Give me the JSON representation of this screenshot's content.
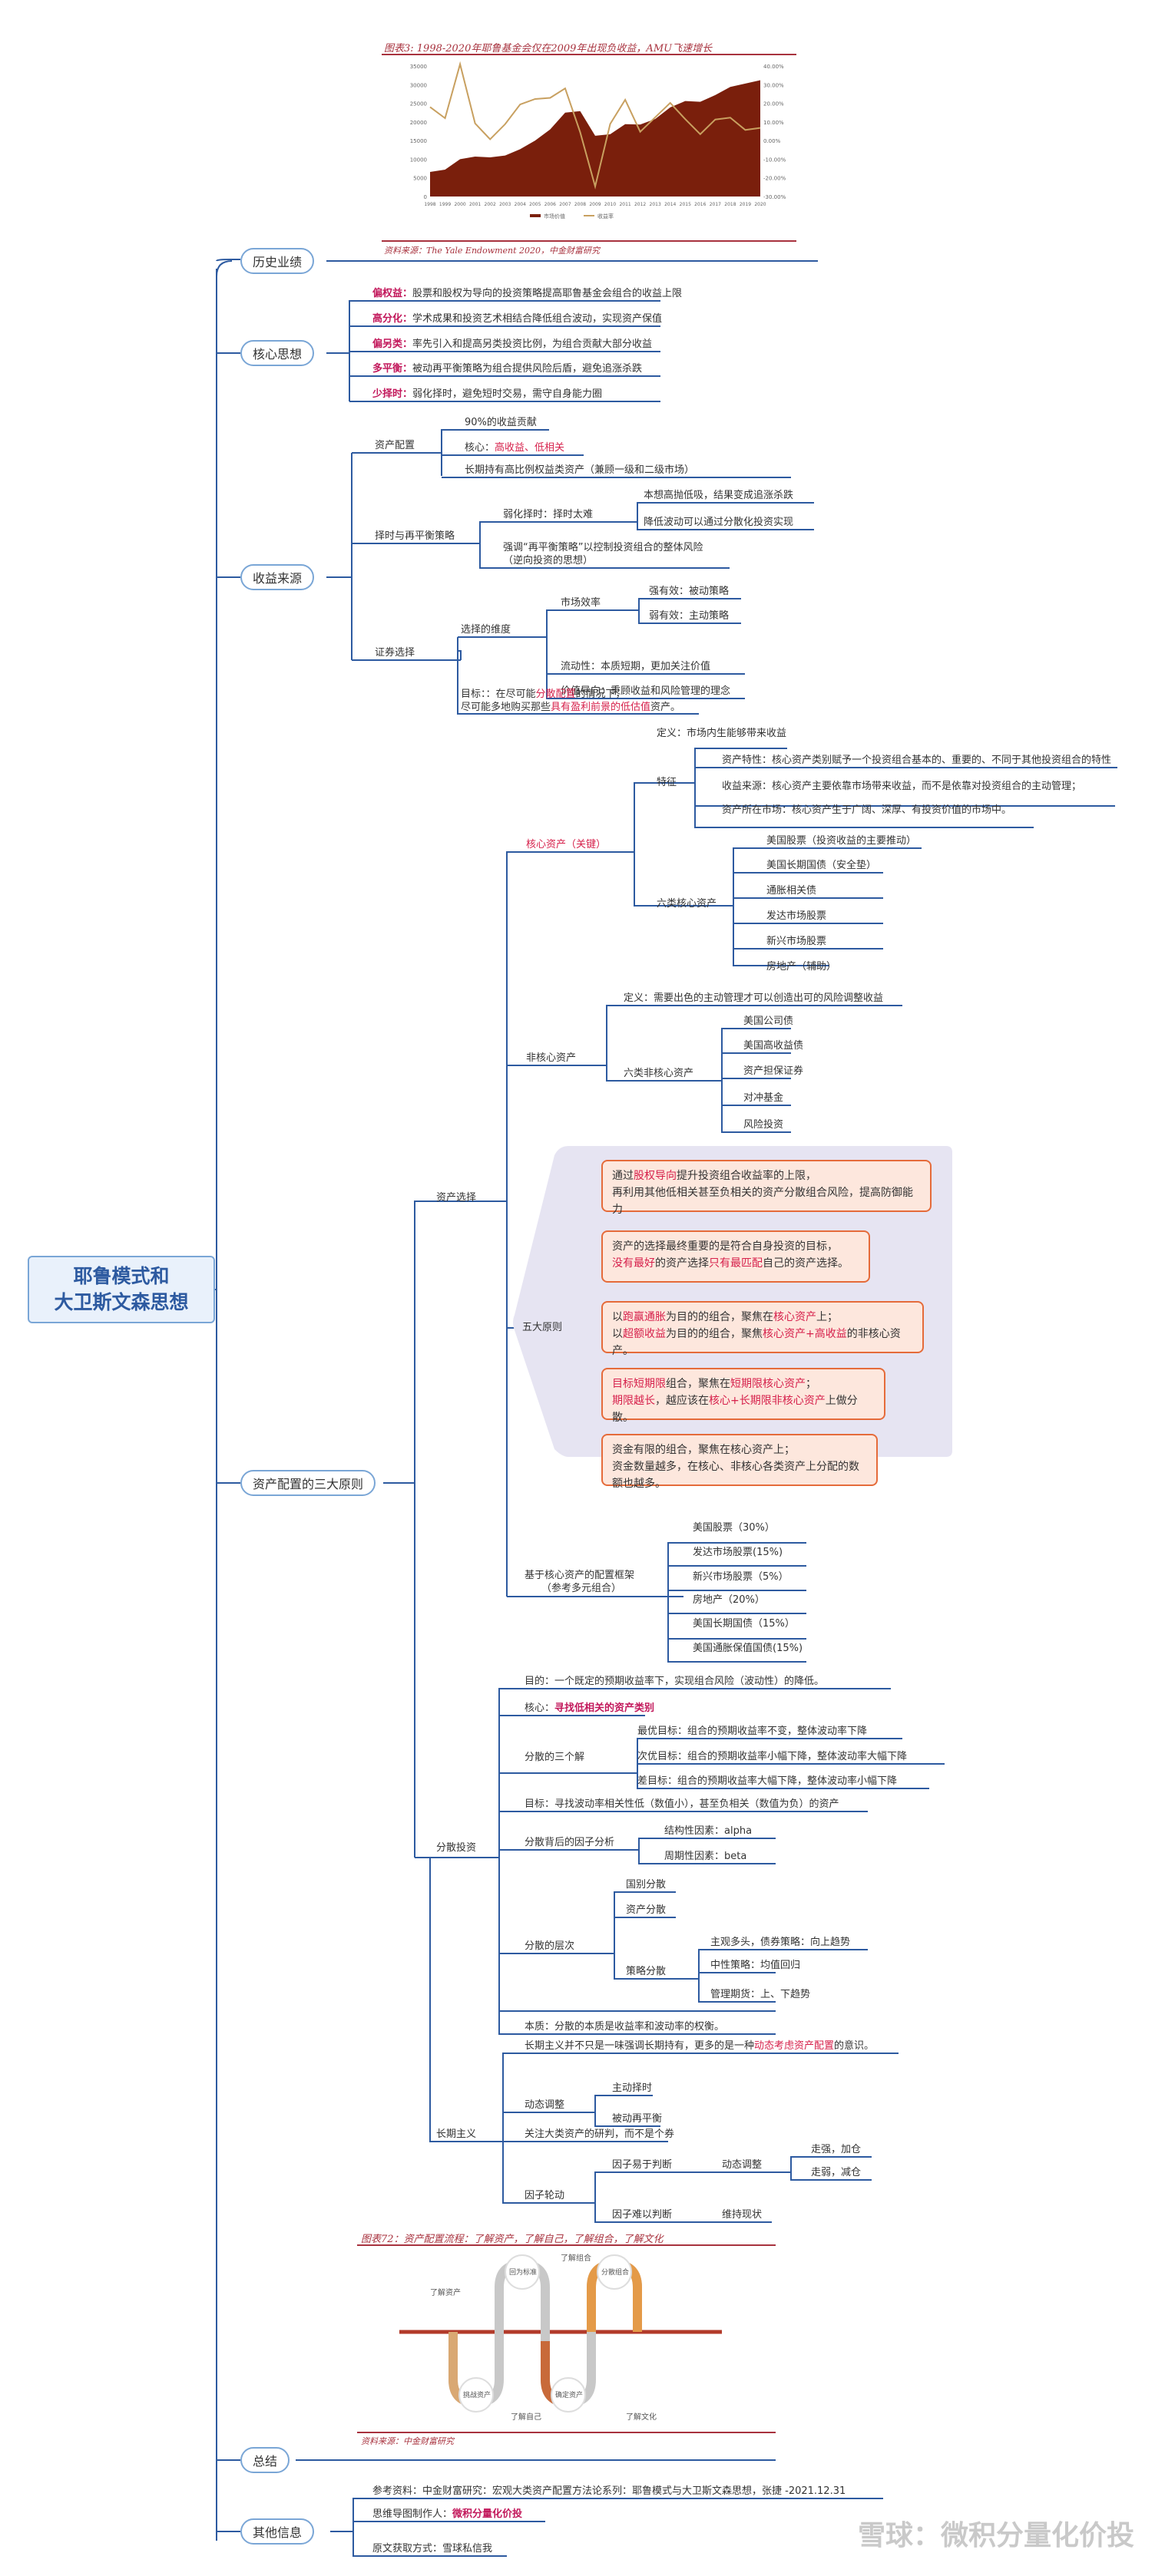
{
  "root": {
    "line1": "耶鲁模式和",
    "line2": "大卫斯文森思想"
  },
  "top_figure": {
    "caption": "图表3: 1998-2020年耶鲁基金会仅在2009年出现负收益，AMU飞速增长",
    "source": "资料来源：The Yale Endowment 2020，中金财富研究",
    "y_left_ticks": [
      "0",
      "5000",
      "10000",
      "15000",
      "20000",
      "25000",
      "30000",
      "35000"
    ],
    "y_right_ticks": [
      "-30.00%",
      "-20.00%",
      "-10.00%",
      "0.00%",
      "10.00%",
      "20.00%",
      "30.00%",
      "40.00%"
    ],
    "x_ticks": [
      "1998",
      "1999",
      "2000",
      "2001",
      "2002",
      "2003",
      "2004",
      "2005",
      "2006",
      "2007",
      "2008",
      "2009",
      "2010",
      "2011",
      "2012",
      "2013",
      "2014",
      "2015",
      "2016",
      "2017",
      "2018",
      "2019",
      "2020"
    ],
    "legend": [
      "市场价值",
      "收益率"
    ],
    "colors": {
      "area": "#7a1f0c",
      "line": "#c8a060"
    }
  },
  "chart_data": {
    "type": "area",
    "x": [
      "1998",
      "1999",
      "2000",
      "2001",
      "2002",
      "2003",
      "2004",
      "2005",
      "2006",
      "2007",
      "2008",
      "2009",
      "2010",
      "2011",
      "2012",
      "2013",
      "2014",
      "2015",
      "2016",
      "2017",
      "2018",
      "2019",
      "2020"
    ],
    "ylim": [
      0,
      35000
    ],
    "y2lim": [
      -30,
      40
    ],
    "series": [
      {
        "name": "市场价值",
        "axis": "left",
        "values": [
          6600,
          7200,
          10000,
          10700,
          10500,
          11000,
          12700,
          15000,
          18000,
          22500,
          22900,
          16300,
          16700,
          19400,
          19300,
          20800,
          23900,
          25600,
          25400,
          27200,
          29400,
          30300,
          31200
        ]
      },
      {
        "name": "收益率",
        "axis": "right",
        "values": [
          18.0,
          12.0,
          41.0,
          9.2,
          0.7,
          8.8,
          19.4,
          22.3,
          22.9,
          28.0,
          4.5,
          -24.6,
          8.9,
          21.9,
          4.7,
          12.5,
          20.2,
          11.5,
          3.4,
          11.3,
          12.3,
          5.7,
          6.8
        ]
      }
    ]
  },
  "level1": {
    "history": "历史业绩",
    "core": "核心思想",
    "source": "收益来源",
    "principles": "资产配置的三大原则",
    "summary": "总结",
    "other": "其他信息"
  },
  "core_items": [
    {
      "key": "偏权益：",
      "text": "股票和股权为导向的投资策略提高耶鲁基金会组合的收益上限"
    },
    {
      "key": "高分化：",
      "text": "学术成果和投资艺术相结合降低组合波动，实现资产保值"
    },
    {
      "key": "偏另类：",
      "text": "率先引入和提高另类投资比例，为组合贡献大部分收益"
    },
    {
      "key": "多平衡：",
      "text": "被动再平衡策略为组合提供风险后盾，避免追涨杀跌"
    },
    {
      "key": "少择时：",
      "text": "弱化择时，避免短时交易，需守自身能力圈"
    }
  ],
  "source_tree": {
    "alloc": "资产配置",
    "alloc_items": [
      "90%的收益贡献",
      "核心：",
      "高收益、低相关",
      "长期持有高比例权益类资产（兼顾一级和二级市场）"
    ],
    "timing": "择时与再平衡策略",
    "weak_timing": "弱化择时：择时太难",
    "weak_items": [
      "本想高抛低吸，结果变成追涨杀跌",
      "降低波动可以通过分散化投资实现"
    ],
    "rebalance": "强调“再平衡策略”以控制投资组合的整体风险",
    "rebalance2": "（逆向投资的思想）",
    "select": "证券选择",
    "dims": "选择的维度",
    "mkt_eff": "市场效率",
    "mkt_items": [
      "强有效：被动策略",
      "弱有效：主动策略"
    ],
    "liquidity": "流动性：本质短期，更加关注价值",
    "value": "价值导向：秉顾收益和风险管理的理念",
    "goal1": "目标：：在尽可能",
    "goal1_red": "分散配置",
    "goal1b": "的情况下，",
    "goal2": "尽可能多地购买那些",
    "goal2_red": "具有盈利前景的低估值",
    "goal2b": "资产。"
  },
  "principles_tree": {
    "asset_select": "资产选择",
    "core_asset": "核心资产（关键）",
    "feature": "特征",
    "def1": "定义：市场内生能够带来收益",
    "feat_items": [
      "资产特性：核心资产类别赋予一个投资组合基本的、重要的、不同于其他投资组合的特性",
      "收益来源：核心资产主要依靠市场带来收益，而不是依靠对投资组合的主动管理；",
      "资产所在市场：核心资产生于广阔、深厚、有投资价值的市场中。"
    ],
    "six_core": "六类核心资产",
    "six_core_items": [
      "美国股票（投资收益的主要推动）",
      "美国长期国债（安全垫）",
      "通胀相关债",
      "发达市场股票",
      "新兴市场股票",
      "房地产（辅助）"
    ],
    "noncore": "非核心资产",
    "noncore_def": "定义：需要出色的主动管理才可以创造出可的风险调整收益",
    "six_noncore": "六类非核心资产",
    "six_noncore_items": [
      "美国公司债",
      "美国高收益债",
      "资产担保证券",
      "对冲基金",
      "风险投资"
    ],
    "five": "五大原则",
    "boxes": [
      {
        "a": "通过",
        "r1": "股权导向",
        "b": "提升投资组合收益率的上限，",
        "c": "再利用其他低相关甚至负相关的资产分散组合风险，提高防御能力"
      },
      {
        "a": "资产的选择最终重要的是符合自身投资的目标，",
        "r1": "没有最好",
        "b": "的资产选择",
        "r2": "只有最匹配",
        "c": "自己的资产选择。"
      },
      {
        "a": "以",
        "r1": "跑赢通胀",
        "b": "为目的的组合，聚焦在",
        "r2": "核心资产",
        "c": "上；",
        "d": "以",
        "r3": "超额收益",
        "e": "为目的的组合，聚焦",
        "r4": "核心资产+高收益",
        "f": "的非核心资产。"
      },
      {
        "a": "目标短期限",
        "b": "组合，聚焦在",
        "r1": "短期限核心资产",
        "c": "；",
        "d": "期限越长",
        "e": "，越应该在",
        "r2": "核心+长期限非核心资产",
        "f": "上做分散。"
      },
      {
        "a": "资金有限的组合，聚焦在核心资产上；",
        "b": "资金数量越多，在核心、非核心各类资产上分配的数额也越多。"
      }
    ],
    "framework": "基于核心资产的配置框架",
    "framework2": "（参考多元组合）",
    "framework_items": [
      "美国股票（30%）",
      "发达市场股票(15%)",
      "新兴市场股票（5%）",
      "房地产（20%）",
      "美国长期国债（15%）",
      "美国通胀保值国债(15%)"
    ],
    "diversify": "分散投资",
    "div_goal": "目的：一个既定的预期收益率下，实现组合风险（波动性）的降低。",
    "div_core": "核心：",
    "div_core_red": "寻找低相关的资产类别",
    "three_sol": "分散的三个解",
    "three_items": [
      "最优目标：组合的预期收益率不变，整体波动率下降",
      "次优目标：组合的预期收益率小幅下降，整体波动率大幅下降",
      "差目标：组合的预期收益率大幅下降，整体波动率小幅下降"
    ],
    "div_target": "目标：寻找波动率相关性低（数值小），甚至负相关（数值为负）的资产",
    "factors": "分散背后的因子分析",
    "factor_items": [
      "结构性因素：alpha",
      "周期性因素：beta"
    ],
    "levels": "分散的层次",
    "level_items": [
      "国别分散",
      "资产分散",
      "策略分散"
    ],
    "strategy_items": [
      "主观多头，债券策略：向上趋势",
      "中性策略：均值回归",
      "管理期货：上、下趋势"
    ],
    "essence": "本质：分散的本质是收益率和波动率的权衡。",
    "longterm": "长期主义",
    "lt_1": "长期主义并不只是一味强调长期持有，更多的是一种",
    "lt_1_red": "动态考虑资产配置",
    "lt_1b": "的意识。",
    "dynamic": "动态调整",
    "dyn_items": [
      "主动择时",
      "被动再平衡"
    ],
    "lt_focus": "关注大类资产的研判，而不是个券",
    "rotation": "因子轮动",
    "judge": "因子易于判断",
    "judge_adj": "动态调整",
    "judge_items": [
      "走强，加仓",
      "走弱，减仓"
    ],
    "hard": "因子难以判断",
    "hold": "维持现状"
  },
  "bottom_figure": {
    "caption": "图表72：资产配置流程：了解资产，了解自己，了解组合，了解文化",
    "source": "资料来源：中金财富研究",
    "nodes": [
      "挑战资产",
      "回为标准",
      "确定资产",
      "分散组合"
    ],
    "labels": [
      "了解资产",
      "了解组合",
      "了解自己",
      "了解文化"
    ]
  },
  "other_items": [
    {
      "text": "参考资料：中金财富研究：宏观大类资产配置方法论系列：耶鲁模式与大卫斯文森思想，张捷 -2021.12.31"
    },
    {
      "text": "思维导图制作人：",
      "red": "微积分量化价投"
    },
    {
      "text": "原文获取方式：雪球私信我"
    }
  ],
  "watermark": "雪球：微积分量化价投"
}
